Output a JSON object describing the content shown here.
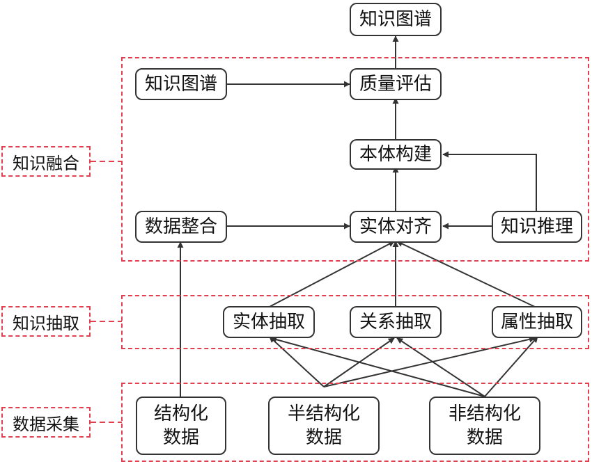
{
  "nodes": {
    "output_kg": "知识图谱",
    "kg_in": "知识图谱",
    "quality": "质量评估",
    "ontology": "本体构建",
    "data_integration": "数据整合",
    "entity_align": "实体对齐",
    "knowledge_reasoning": "知识推理",
    "entity_extract": "实体抽取",
    "relation_extract": "关系抽取",
    "attribute_extract": "属性抽取",
    "structured": "结构化\n数据",
    "semi_structured": "半结构化\n数据",
    "unstructured": "非结构化\n数据"
  },
  "layers": {
    "fusion": "知识融合",
    "extraction": "知识抽取",
    "acquisition": "数据采集"
  },
  "colors": {
    "layer_border": "#e04050",
    "node_border": "#333333",
    "arrow": "#333333"
  }
}
